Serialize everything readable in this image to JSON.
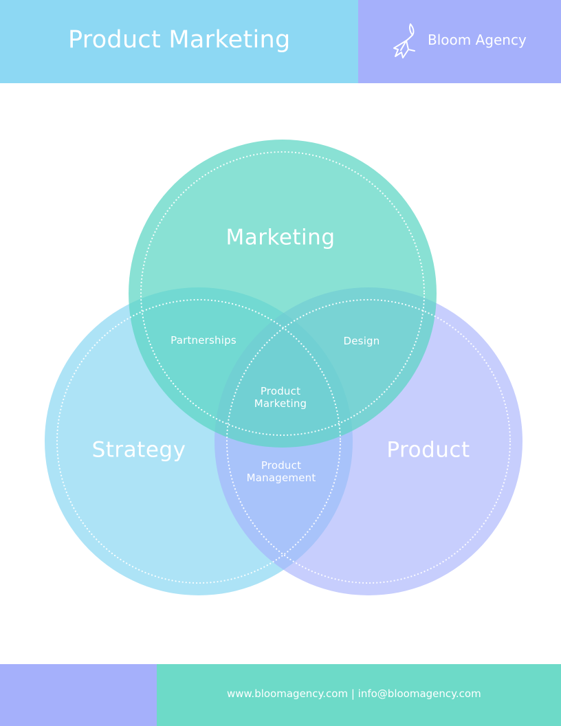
{
  "header": {
    "title": "Product Marketing",
    "brand": "Bloom Agency",
    "logo_icon": "bellflower-icon"
  },
  "diagram": {
    "sets": [
      {
        "label": "Marketing",
        "color": "#6ddac8"
      },
      {
        "label": "Strategy",
        "color": "#8dd8f3"
      },
      {
        "label": "Product",
        "color": "#a5b0fb"
      }
    ],
    "intersections": {
      "marketing_strategy": "Partnerships",
      "marketing_product": "Design",
      "strategy_product": "Product Management",
      "all": "Product Marketing"
    }
  },
  "footer": {
    "contact": "www.bloomagency.com | info@bloomagency.com"
  },
  "colors": {
    "header_left": "#8dd8f3",
    "header_right": "#a5b0fb",
    "footer_left": "#a5b0fb",
    "footer_right": "#6ddac8"
  }
}
